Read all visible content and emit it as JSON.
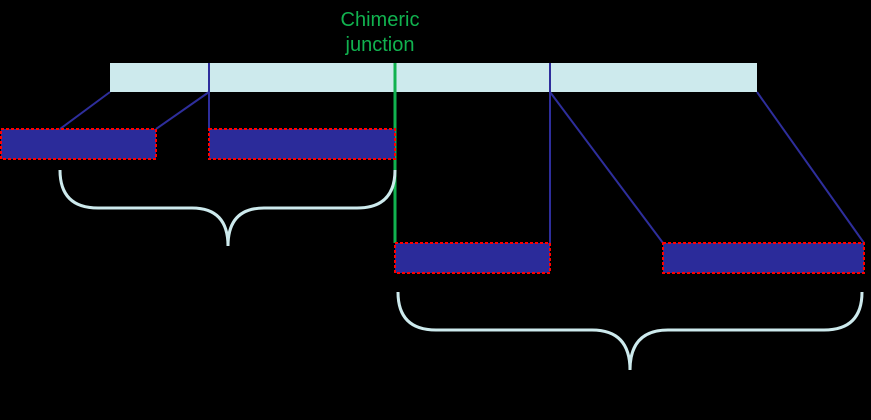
{
  "junction": {
    "label_line1": "Chimeric",
    "label_line2": "junction"
  },
  "colors": {
    "background": "#000000",
    "transcript_bar": "#cdeaed",
    "exon_fill": "#2b2b9a",
    "exon_border": "#ff0000",
    "connector": "#2e2e9c",
    "junction_line": "#11b24f",
    "junction_text": "#11b24f",
    "brace": "#cdeaed"
  },
  "icons": [
    "left-gene-brace",
    "right-gene-brace"
  ]
}
